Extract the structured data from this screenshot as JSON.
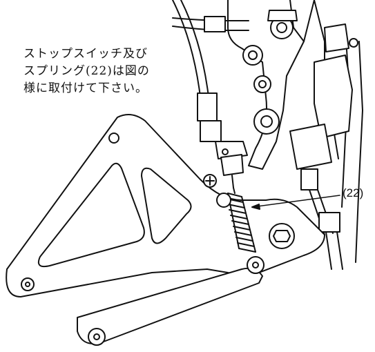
{
  "note": {
    "lines": [
      "ストップスイッチ及び",
      "スプリング(22)は図の",
      "様に取付けて下さい。"
    ]
  },
  "callout": {
    "label": "(22)"
  }
}
